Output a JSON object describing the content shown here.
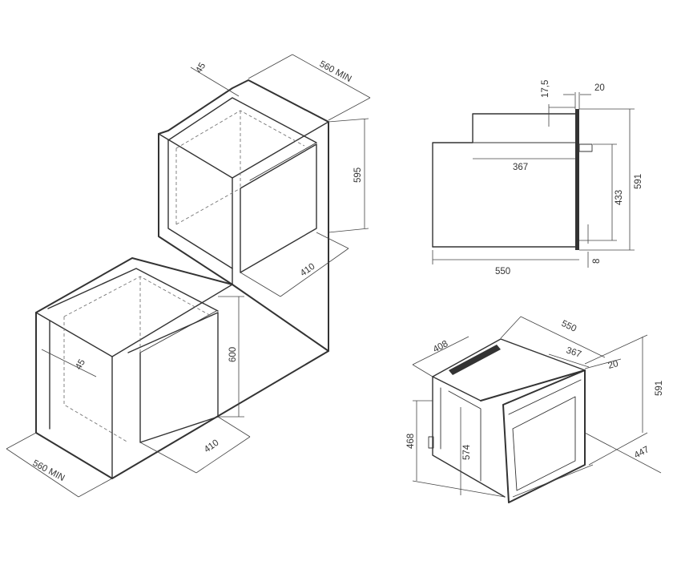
{
  "diagram": {
    "ink_color": "#333333",
    "background": "#ffffff",
    "cabinet_dimensions": {
      "top_gap": "45",
      "top_width": "560 MIN",
      "top_height": "595",
      "top_depth": "410",
      "bottom_gap": "45",
      "bottom_height": "600",
      "bottom_depth": "410",
      "bottom_width": "560 MIN"
    },
    "side_view_dimensions": {
      "panel_offset": "17,5",
      "front_thickness": "20",
      "inner_depth": "367",
      "total_height": "591",
      "body_height": "433",
      "bottom_offset": "8",
      "total_depth": "550"
    },
    "iso_view_dimensions": {
      "width": "408",
      "depth": "550",
      "inner_depth": "367",
      "front_thickness": "20",
      "total_height": "591",
      "body_height": "468",
      "inner_height": "574",
      "front_width": "447"
    }
  }
}
